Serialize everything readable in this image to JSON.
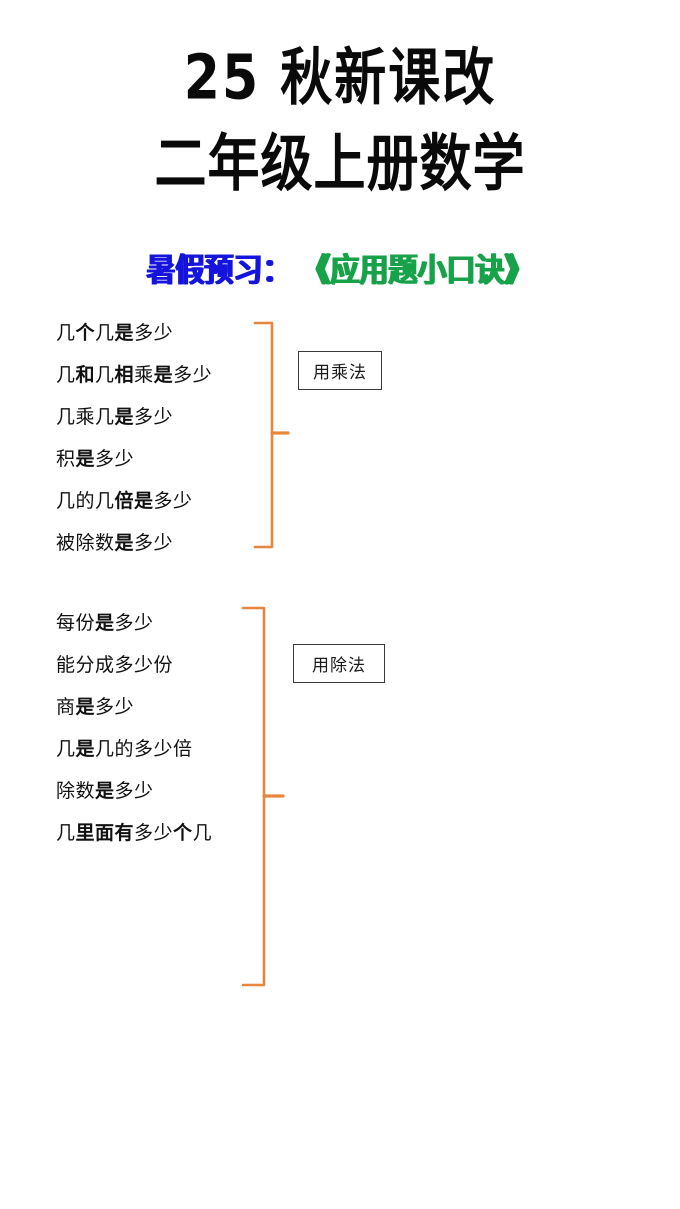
{
  "title": {
    "line1": "25 秋新课改",
    "line2": "二年级上册数学"
  },
  "subtitle": {
    "blue_text": "暑假预习：",
    "green_text": "《应用题小口诀》",
    "blue_color": "#1414DC",
    "green_color": "#17A249"
  },
  "bracket_color": "#E8863C",
  "groups": [
    {
      "label": "用乘法",
      "items": [
        {
          "segments": [
            {
              "t": "几",
              "bold": false
            },
            {
              "t": "个",
              "bold": true
            },
            {
              "t": "几",
              "bold": false
            },
            {
              "t": "是",
              "bold": true
            },
            {
              "t": "多少",
              "bold": false
            }
          ]
        },
        {
          "segments": [
            {
              "t": "几",
              "bold": false
            },
            {
              "t": "和",
              "bold": true
            },
            {
              "t": "几",
              "bold": false
            },
            {
              "t": "相",
              "bold": true
            },
            {
              "t": "乘",
              "bold": false
            },
            {
              "t": "是",
              "bold": true
            },
            {
              "t": "多少",
              "bold": false
            }
          ]
        },
        {
          "segments": [
            {
              "t": "几乘几",
              "bold": false
            },
            {
              "t": "是",
              "bold": true
            },
            {
              "t": "多少",
              "bold": false
            }
          ]
        },
        {
          "segments": [
            {
              "t": "积",
              "bold": false
            },
            {
              "t": "是",
              "bold": true
            },
            {
              "t": "多少",
              "bold": false
            }
          ]
        },
        {
          "segments": [
            {
              "t": "几的几",
              "bold": false
            },
            {
              "t": "倍",
              "bold": true
            },
            {
              "t": "是",
              "bold": true
            },
            {
              "t": "多少",
              "bold": false
            }
          ]
        },
        {
          "segments": [
            {
              "t": "被除数",
              "bold": false
            },
            {
              "t": "是",
              "bold": true
            },
            {
              "t": "多少",
              "bold": false
            }
          ]
        }
      ]
    },
    {
      "label": "用除法",
      "items": [
        {
          "segments": [
            {
              "t": "每份",
              "bold": false
            },
            {
              "t": "是",
              "bold": true
            },
            {
              "t": "多少",
              "bold": false
            }
          ]
        },
        {
          "segments": [
            {
              "t": "能分成多少份",
              "bold": false
            }
          ]
        },
        {
          "segments": [
            {
              "t": "商",
              "bold": false
            },
            {
              "t": "是",
              "bold": true
            },
            {
              "t": "多少",
              "bold": false
            }
          ]
        },
        {
          "segments": [
            {
              "t": "几",
              "bold": false
            },
            {
              "t": "是",
              "bold": true
            },
            {
              "t": "几的多少倍",
              "bold": false
            }
          ]
        },
        {
          "segments": [
            {
              "t": "除数",
              "bold": false
            },
            {
              "t": "是",
              "bold": true
            },
            {
              "t": "多少",
              "bold": false
            }
          ]
        },
        {
          "segments": [
            {
              "t": "几",
              "bold": false
            },
            {
              "t": "里面有",
              "bold": true
            },
            {
              "t": "多少",
              "bold": false
            },
            {
              "t": "个",
              "bold": true
            },
            {
              "t": "几",
              "bold": false
            }
          ]
        }
      ]
    }
  ]
}
